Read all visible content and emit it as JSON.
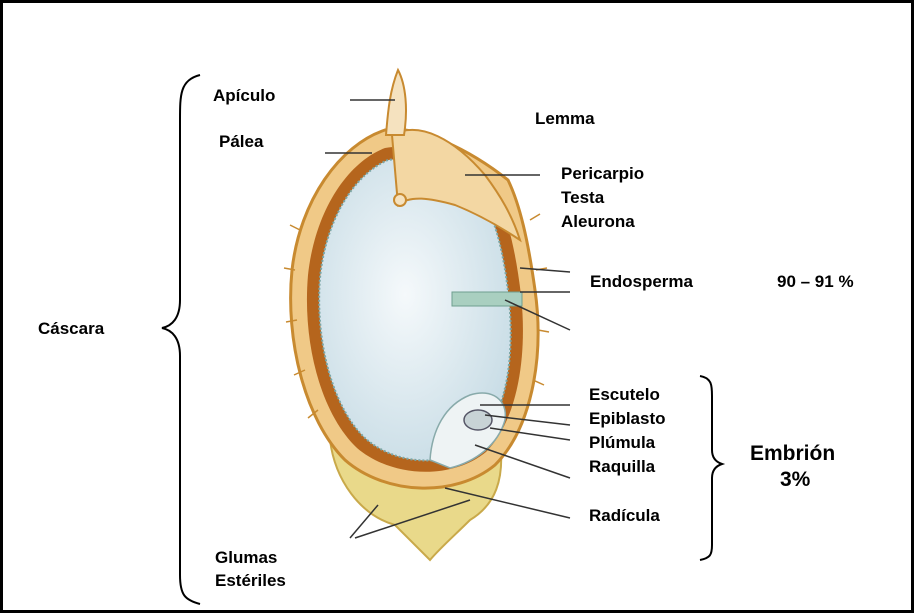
{
  "labels": {
    "apiculo": "Apículo",
    "palea": "Pálea",
    "lemma": "Lemma",
    "pericarpio": "Pericarpio",
    "testa": "Testa",
    "aleurona": "Aleurona",
    "endosperma": "Endosperma",
    "endosperma_pct": "90 – 91 %",
    "cascara": "Cáscara",
    "escutelo": "Escutelo",
    "epiblasto": "Epiblasto",
    "plumula": "Plúmula",
    "raquilla": "Raquilla",
    "radicula": "Radícula",
    "embrion": "Embrión",
    "embrion_pct": "3%",
    "glumas": "Glumas",
    "esteriles": "Estériles"
  },
  "colors": {
    "husk": "#f0c987",
    "husk_dark": "#c88a30",
    "seed_coat": "#b5651d",
    "endosperm": "#dde9ef",
    "endosperm_dots": "#7aa6a6",
    "sterile_glumes": "#e9d98a",
    "embryo": "#eef3f4",
    "leader_line": "#333333"
  }
}
